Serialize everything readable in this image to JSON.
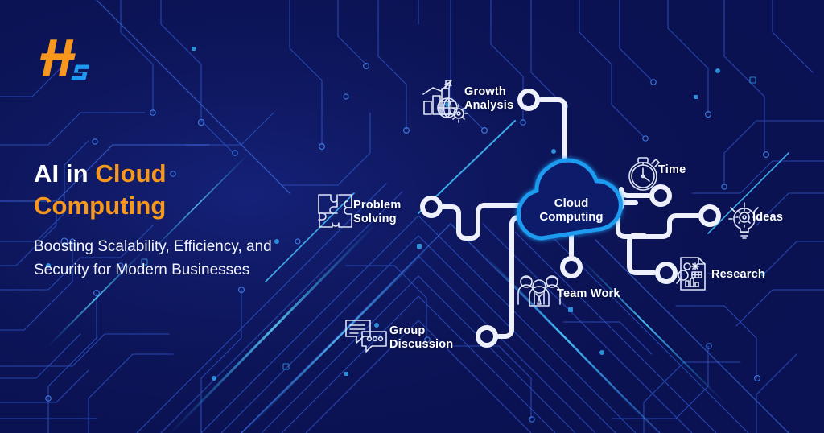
{
  "brand": {
    "logo_icon": "hs-monogram-logo",
    "logo_primary_letter": "H",
    "logo_secondary_letter": "S",
    "logo_primary_color": "#f7971d",
    "logo_secondary_color": "#1e9bf0"
  },
  "theme": {
    "background": "#0b1253",
    "background_mid": "#16257f",
    "accent_orange": "#f7971d",
    "accent_cyan": "#1e9bf0",
    "connector_white": "#eef1fb",
    "circuit_trace": "#2e56c8"
  },
  "hero": {
    "title_plain": "AI in ",
    "title_accent_1": "Cloud",
    "title_accent_2": "Computing",
    "subtitle": "Boosting Scalability, Efficiency, and Security for Modern Businesses"
  },
  "diagram": {
    "center": {
      "label": "Cloud\nComputing",
      "icon": "cloud-icon",
      "color": "#1e9bf0"
    },
    "nodes": [
      {
        "id": "growth-analysis",
        "label": "Growth\nAnalysis",
        "icon": "growth-chart-globe-icon",
        "side": "left"
      },
      {
        "id": "problem-solving",
        "label": "Problem\nSolving",
        "icon": "puzzle-pieces-icon",
        "side": "left"
      },
      {
        "id": "group-discussion",
        "label": "Group\nDiscussion",
        "icon": "chat-bubbles-icon",
        "side": "left"
      },
      {
        "id": "team-work",
        "label": "Team Work",
        "icon": "three-people-icon",
        "side": "left"
      },
      {
        "id": "time",
        "label": "Time",
        "icon": "stopwatch-icon",
        "side": "right"
      },
      {
        "id": "ideas",
        "label": "Ideas",
        "icon": "lightbulb-gear-icon",
        "side": "right"
      },
      {
        "id": "research",
        "label": "Research",
        "icon": "document-magnifier-icon",
        "side": "right"
      }
    ]
  }
}
